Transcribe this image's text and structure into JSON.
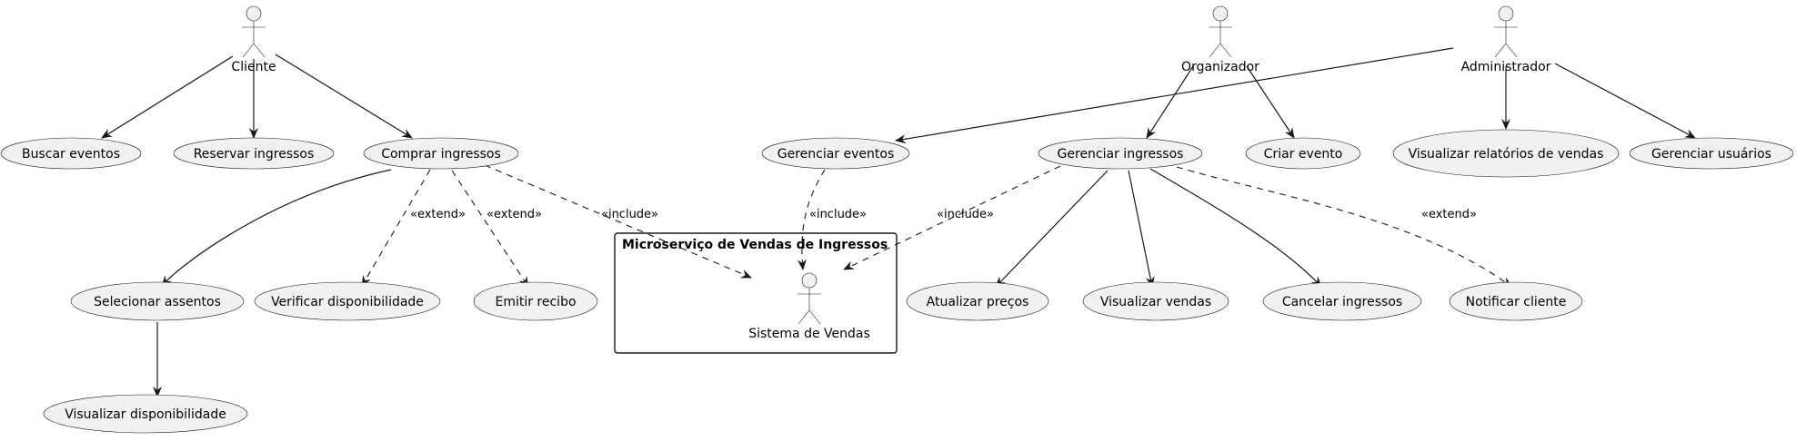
{
  "actors": {
    "cliente": "Cliente",
    "organizador": "Organizador",
    "administrador": "Administrador",
    "sistema": "Sistema de Vendas"
  },
  "system_boundary": {
    "title": "Microserviço de Vendas de Ingressos"
  },
  "use_cases": {
    "buscar_eventos": "Buscar eventos",
    "reservar_ingressos": "Reservar ingressos",
    "comprar_ingressos": "Comprar ingressos",
    "gerenciar_eventos": "Gerenciar eventos",
    "gerenciar_ingressos": "Gerenciar ingressos",
    "criar_evento": "Criar evento",
    "visualizar_relatorios": "Visualizar relatórios de vendas",
    "gerenciar_usuarios": "Gerenciar usuários",
    "selecionar_assentos": "Selecionar assentos",
    "verificar_disponibilidade": "Verificar disponibilidade",
    "emitir_recibo": "Emitir recibo",
    "atualizar_precos": "Atualizar preços",
    "visualizar_vendas": "Visualizar vendas",
    "cancelar_ingressos": "Cancelar ingressos",
    "notificar_cliente": "Notificar cliente",
    "visualizar_disponibilidade": "Visualizar disponibilidade"
  },
  "relations": {
    "extend": "«extend»",
    "include": "«include»"
  }
}
